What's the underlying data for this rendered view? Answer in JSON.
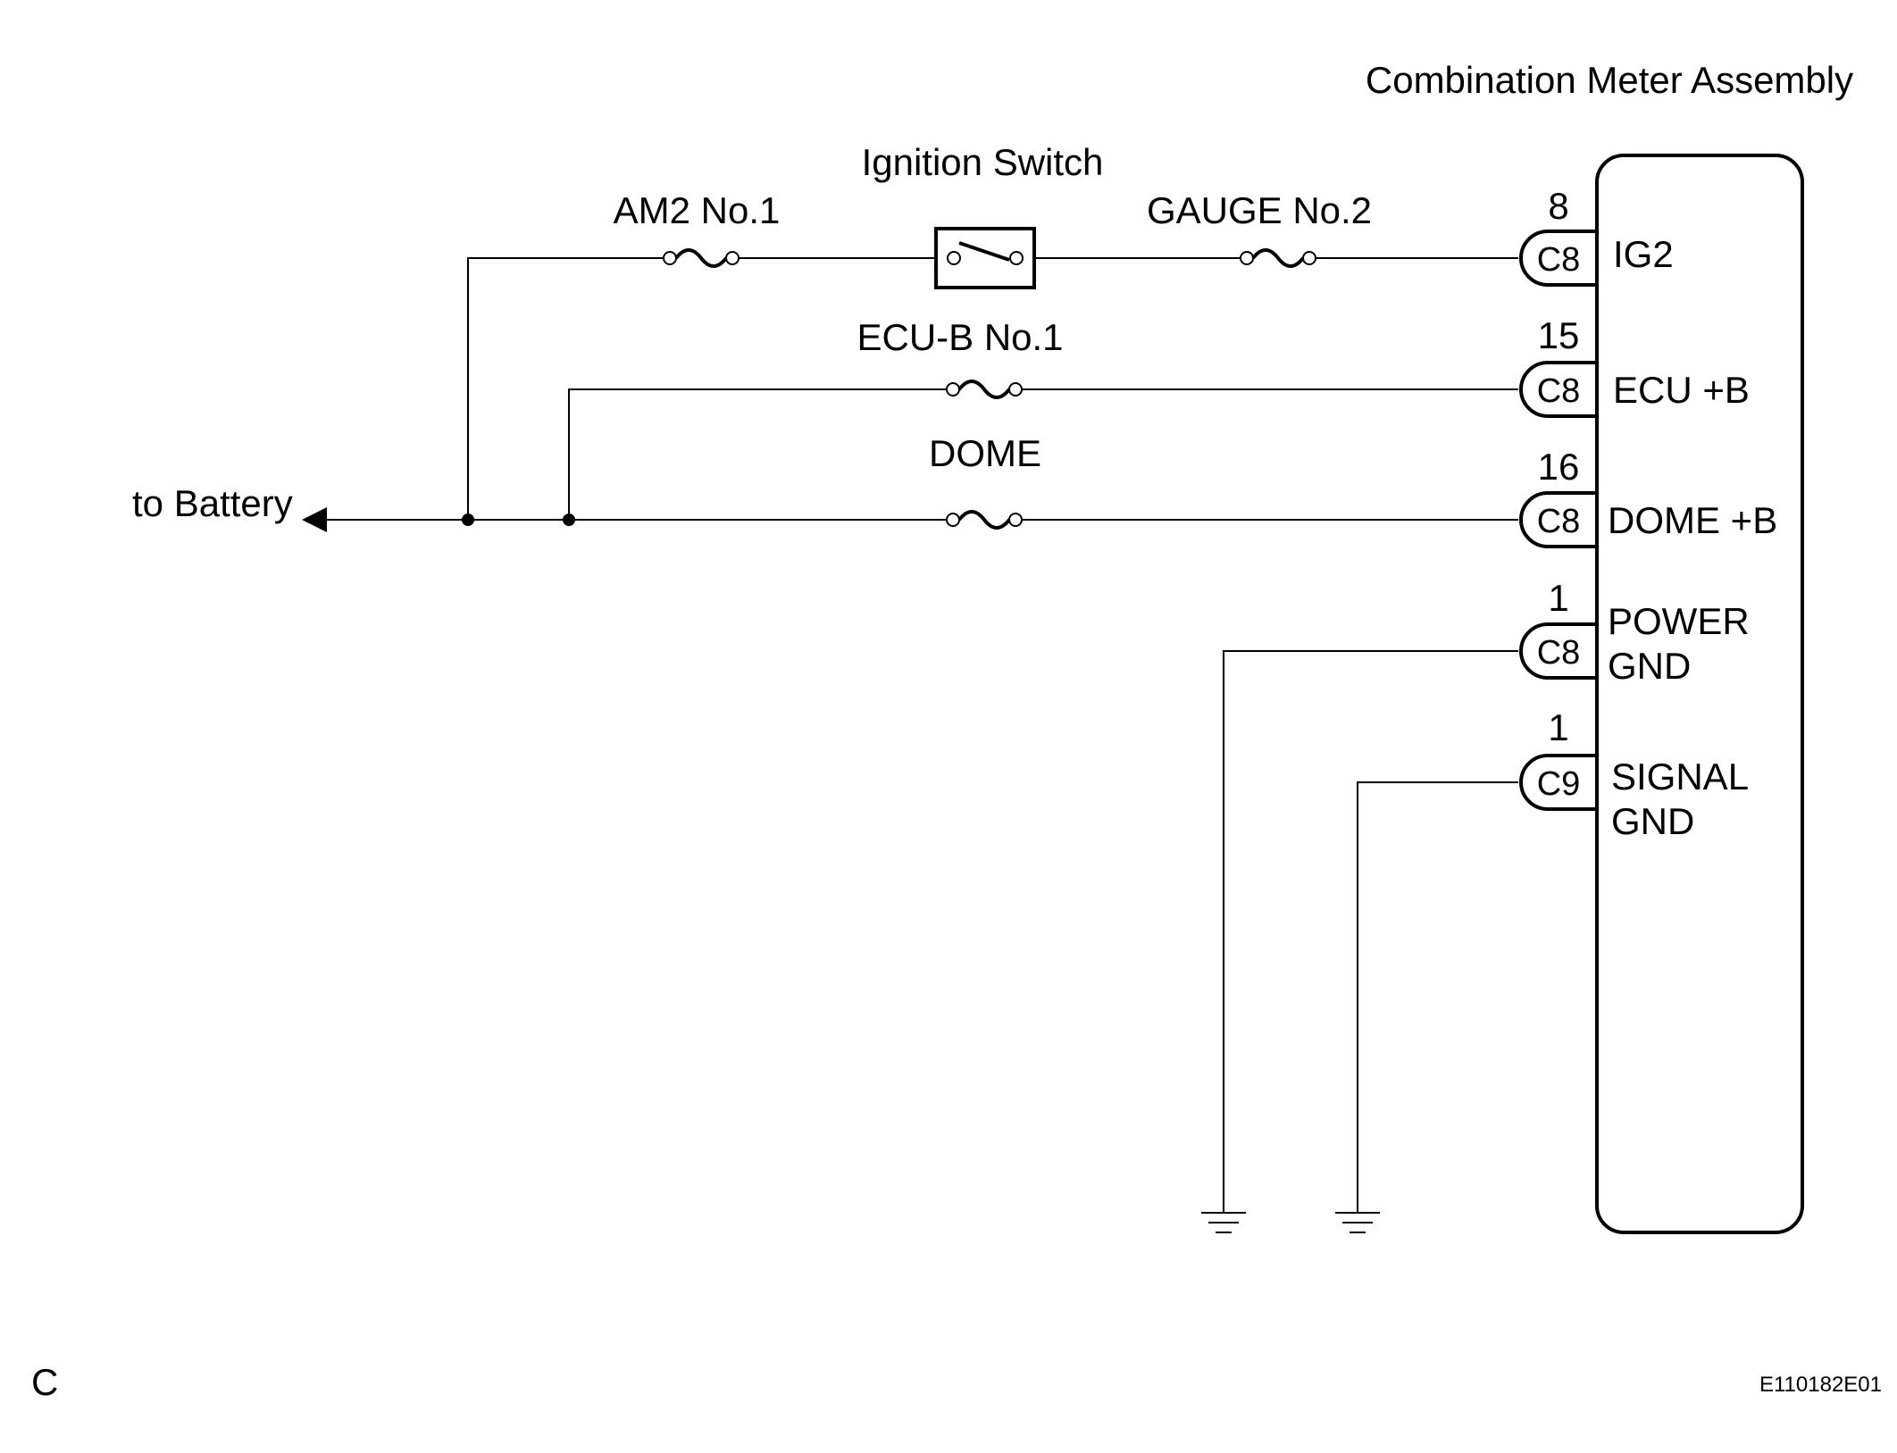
{
  "title": "Combination Meter Assembly",
  "to_battery": "to Battery",
  "ignition_switch": "Ignition Switch",
  "fuses": {
    "am2": "AM2 No.1",
    "gauge": "GAUGE No.2",
    "ecub": "ECU-B No.1",
    "dome": "DOME"
  },
  "terminals": [
    {
      "pin": "8",
      "connector": "C8",
      "label_lines": [
        "IG2"
      ]
    },
    {
      "pin": "15",
      "connector": "C8",
      "label_lines": [
        "ECU +B"
      ]
    },
    {
      "pin": "16",
      "connector": "C8",
      "label_lines": [
        "DOME +B"
      ]
    },
    {
      "pin": "1",
      "connector": "C8",
      "label_lines": [
        "POWER",
        "GND"
      ]
    },
    {
      "pin": "1",
      "connector": "C9",
      "label_lines": [
        "SIGNAL",
        "GND"
      ]
    }
  ],
  "corner_letter": "C",
  "figure_code": "E110182E01"
}
